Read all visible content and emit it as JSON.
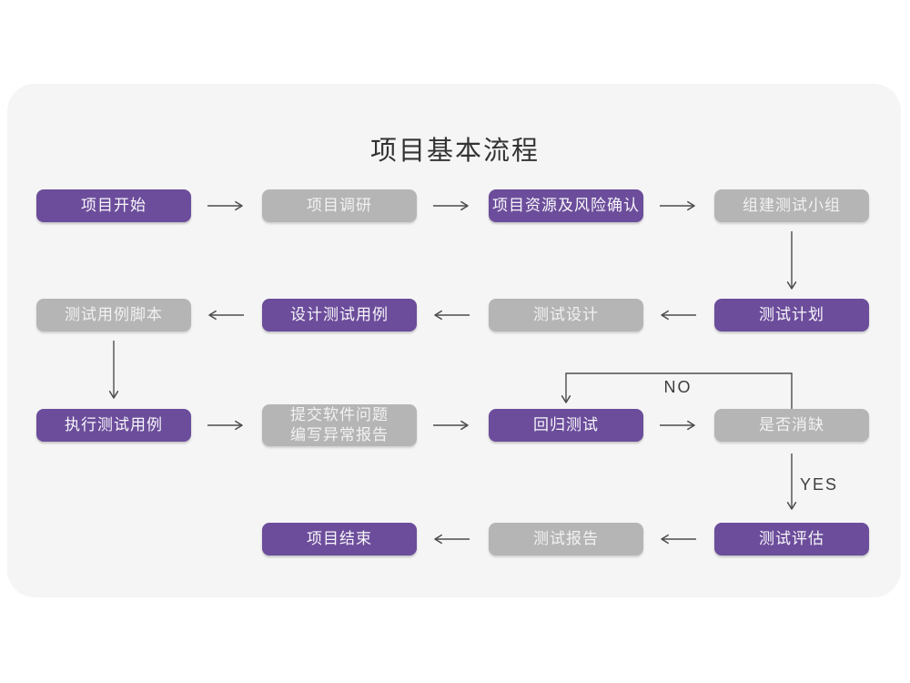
{
  "title": "项目基本流程",
  "edge_labels": {
    "no": "NO",
    "yes": "YES"
  },
  "colors": {
    "page_background": "#ffffff",
    "card_background": "#f5f5f6",
    "purple_node": "#6c4d9b",
    "gray_node": "#b5b5b5",
    "arrow": "#4d4d4d",
    "title_text": "#333333",
    "edge_label_text": "#3d3d3d"
  },
  "nodes": [
    {
      "id": "project-start",
      "label": "项目开始",
      "variant": "purple"
    },
    {
      "id": "project-research",
      "label": "项目调研",
      "variant": "gray"
    },
    {
      "id": "project-resources-risk",
      "label": "项目资源及风险确认",
      "variant": "purple"
    },
    {
      "id": "form-test-team",
      "label": "组建测试小组",
      "variant": "gray"
    },
    {
      "id": "test-case-script",
      "label": "测试用例脚本",
      "variant": "gray"
    },
    {
      "id": "design-test-cases",
      "label": "设计测试用例",
      "variant": "purple"
    },
    {
      "id": "test-design",
      "label": "测试设计",
      "variant": "gray"
    },
    {
      "id": "test-plan",
      "label": "测试计划",
      "variant": "purple"
    },
    {
      "id": "execute-test-cases",
      "label": "执行测试用例",
      "variant": "purple"
    },
    {
      "id": "submit-issue-report",
      "label": "提交软件问题\n编写异常报告",
      "variant": "gray"
    },
    {
      "id": "regression-test",
      "label": "回归测试",
      "variant": "purple"
    },
    {
      "id": "defect-cleared",
      "label": "是否消缺",
      "variant": "gray"
    },
    {
      "id": "project-end",
      "label": "项目结束",
      "variant": "purple"
    },
    {
      "id": "test-report",
      "label": "测试报告",
      "variant": "gray"
    },
    {
      "id": "test-evaluation",
      "label": "测试评估",
      "variant": "purple"
    }
  ],
  "edges": [
    {
      "from": "项目开始",
      "to": "项目调研"
    },
    {
      "from": "项目调研",
      "to": "项目资源及风险确认"
    },
    {
      "from": "项目资源及风险确认",
      "to": "组建测试小组"
    },
    {
      "from": "组建测试小组",
      "to": "测试计划"
    },
    {
      "from": "测试计划",
      "to": "测试设计"
    },
    {
      "from": "测试设计",
      "to": "设计测试用例"
    },
    {
      "from": "设计测试用例",
      "to": "测试用例脚本"
    },
    {
      "from": "测试用例脚本",
      "to": "执行测试用例"
    },
    {
      "from": "执行测试用例",
      "to": "提交软件问题 编写异常报告"
    },
    {
      "from": "提交软件问题 编写异常报告",
      "to": "回归测试"
    },
    {
      "from": "回归测试",
      "to": "是否消缺"
    },
    {
      "from": "是否消缺",
      "to": "回归测试",
      "label": "NO"
    },
    {
      "from": "是否消缺",
      "to": "测试评估",
      "label": "YES"
    },
    {
      "from": "测试评估",
      "to": "测试报告"
    },
    {
      "from": "测试报告",
      "to": "项目结束"
    }
  ]
}
